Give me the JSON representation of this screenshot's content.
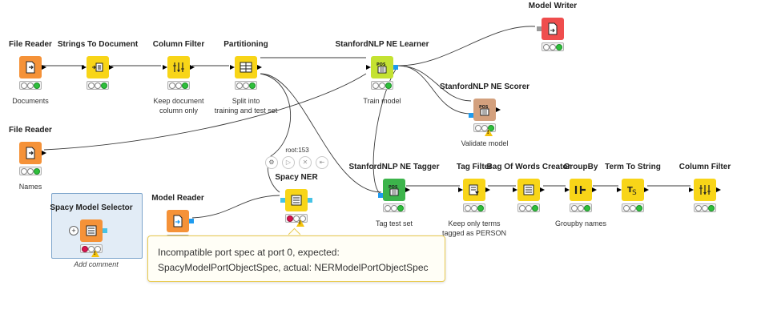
{
  "colors": {
    "source": "#f59238",
    "manipulator": "#f8d518",
    "learner": "#c4e232",
    "predictor": "#3cb44b",
    "scorer": "#d3a07d",
    "writer": "#ef4d4d",
    "port_data": "#000000",
    "port_model": "#1e9bef",
    "port_spacy": "#46c3e6"
  },
  "nodes": [
    {
      "id": "file-reader-1",
      "title": "File Reader",
      "icon": "file-reader-icon",
      "kind": "source",
      "comment": [
        "Documents"
      ],
      "status": "idle"
    },
    {
      "id": "strings-to-document",
      "title": "Strings To Document",
      "icon": "strings-to-document-icon",
      "kind": "manipulator",
      "comment": [],
      "status": "idle"
    },
    {
      "id": "column-filter-1",
      "title": "Column Filter",
      "icon": "column-filter-icon",
      "kind": "manipulator",
      "comment": [
        "Keep document",
        "column only"
      ],
      "status": "idle"
    },
    {
      "id": "partitioning",
      "title": "Partitioning",
      "icon": "partitioning-icon",
      "kind": "manipulator",
      "comment": [
        "Split into",
        "training and test set"
      ],
      "status": "idle"
    },
    {
      "id": "stanford-ne-learner",
      "title": "StanfordNLP NE Learner",
      "icon": "pos-learner-icon",
      "kind": "learner",
      "comment": [
        "Train model"
      ],
      "status": "idle"
    },
    {
      "id": "model-writer",
      "title": "Model Writer",
      "icon": "model-writer-icon",
      "kind": "writer",
      "comment": [],
      "status": "idle"
    },
    {
      "id": "stanford-ne-scorer",
      "title": "StanfordNLP NE Scorer",
      "icon": "pos-scorer-icon",
      "kind": "scorer",
      "comment": [
        "Validate model"
      ],
      "status": "warning"
    },
    {
      "id": "file-reader-2",
      "title": "File Reader",
      "icon": "file-reader-icon",
      "kind": "source",
      "comment": [
        "Names"
      ],
      "status": "idle"
    },
    {
      "id": "spacy-ner",
      "title": "Spacy NER",
      "icon": "spacy-ner-icon",
      "kind": "manipulator",
      "comment": [],
      "status": "error"
    },
    {
      "id": "model-reader",
      "title": "Model Reader",
      "icon": "model-reader-icon",
      "kind": "source",
      "comment": [],
      "status": "idle"
    },
    {
      "id": "spacy-model-selector",
      "title": "Spacy Model Selector",
      "icon": "spacy-model-selector-icon",
      "kind": "source",
      "comment": [],
      "status": "error"
    },
    {
      "id": "stanford-ne-tagger",
      "title": "StanfordNLP NE Tagger",
      "icon": "pos-tagger-icon",
      "kind": "predictor",
      "comment": [
        "Tag test set"
      ],
      "status": "idle"
    },
    {
      "id": "tag-filter",
      "title": "Tag Filter",
      "icon": "tag-filter-icon",
      "kind": "manipulator",
      "comment": [
        "Keep only terms",
        "tagged as PERSON"
      ],
      "status": "idle"
    },
    {
      "id": "bag-of-words",
      "title": "Bag Of Words Creator",
      "icon": "bag-of-words-icon",
      "kind": "manipulator",
      "comment": [],
      "status": "idle"
    },
    {
      "id": "groupby",
      "title": "GroupBy",
      "icon": "groupby-icon",
      "kind": "manipulator",
      "comment": [
        "Groupby names"
      ],
      "status": "idle"
    },
    {
      "id": "term-to-string",
      "title": "Term To String",
      "icon": "term-to-string-icon",
      "kind": "manipulator",
      "comment": [],
      "status": "idle"
    },
    {
      "id": "column-filter-2",
      "title": "Column Filter",
      "icon": "column-filter-icon",
      "kind": "manipulator",
      "comment": [],
      "status": "idle"
    }
  ],
  "icon_text": {
    "pos": "POS"
  },
  "selected_node": {
    "id_label": "root:153"
  },
  "add_comment": "Add comment",
  "tooltip": {
    "line1": "Incompatible port spec at port 0, expected:",
    "line2": "SpacyModelPortObjectSpec, actual: NERModelPortObjectSpec"
  }
}
